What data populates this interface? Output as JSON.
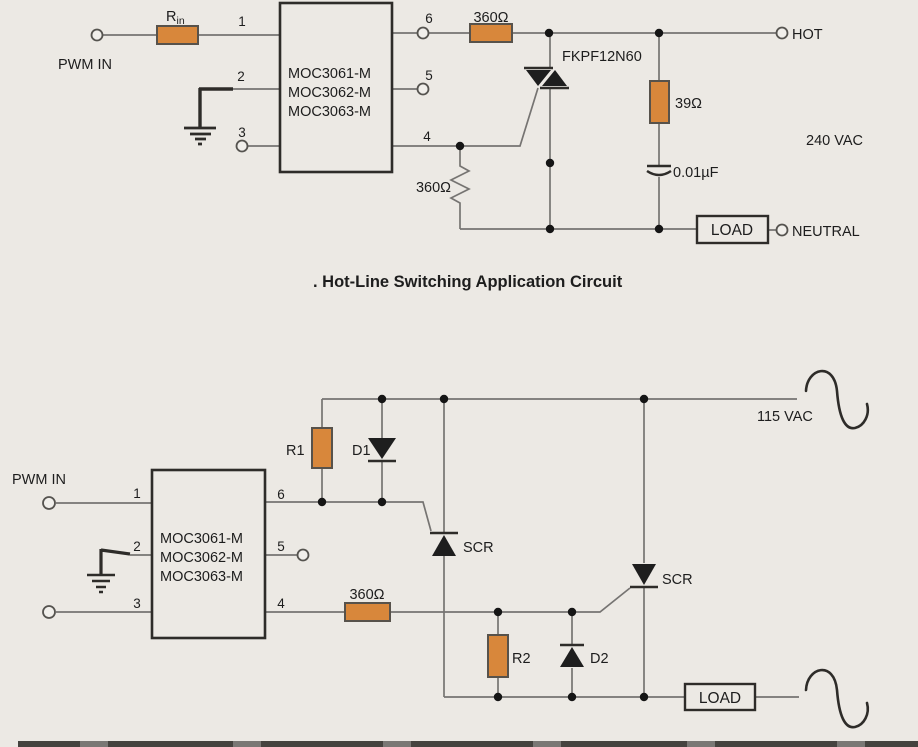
{
  "colors": {
    "background": "#ece9e4",
    "resistor_orange": "#d8873b",
    "wire_gray": "#767472",
    "component_dark": "#2e2c29",
    "text": "#1d1d1d"
  },
  "caption": ". Hot-Line Switching Application Circuit",
  "top_circuit": {
    "pwm_label": "PWM IN",
    "rin": {
      "base": "R",
      "sub": "in"
    },
    "pins": {
      "p1": "1",
      "p2": "2",
      "p3": "3",
      "p4": "4",
      "p5": "5",
      "p6": "6"
    },
    "ic_lines": [
      "MOC3061-M",
      "MOC3062-M",
      "MOC3063-M"
    ],
    "series_resistor": "360Ω",
    "triac": "FKPF12N60",
    "gate_resistor": "360Ω",
    "snubber_resistor": "39Ω",
    "snubber_capacitor": "0.01µF",
    "supply": "240 VAC",
    "load": "LOAD",
    "hot": "HOT",
    "neutral": "NEUTRAL"
  },
  "bottom_circuit": {
    "pwm_label": "PWM IN",
    "pins": {
      "p1": "1",
      "p2": "2",
      "p3": "3",
      "p4": "4",
      "p5": "5",
      "p6": "6"
    },
    "ic_lines": [
      "MOC3061-M",
      "MOC3062-M",
      "MOC3063-M"
    ],
    "r1": "R1",
    "d1": "D1",
    "scr1": "SCR",
    "scr2": "SCR",
    "gate_resistor": "360Ω",
    "r2": "R2",
    "d2": "D2",
    "supply": "115 VAC",
    "load": "LOAD"
  }
}
